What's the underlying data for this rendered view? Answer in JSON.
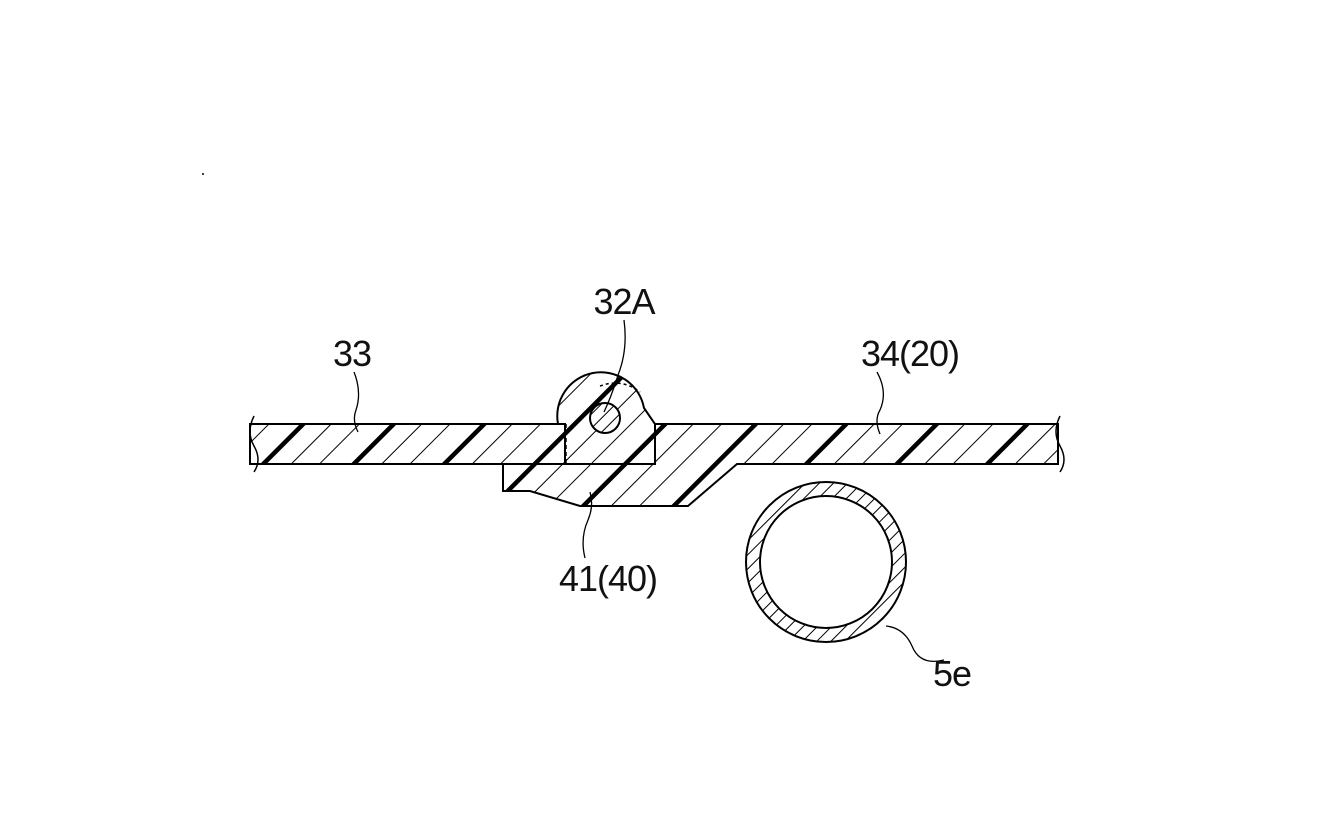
{
  "labels": {
    "wall_left": "33",
    "wall_right": "34(20)",
    "rod": "32A",
    "bracket": "41(40)",
    "pipe": "5e"
  }
}
